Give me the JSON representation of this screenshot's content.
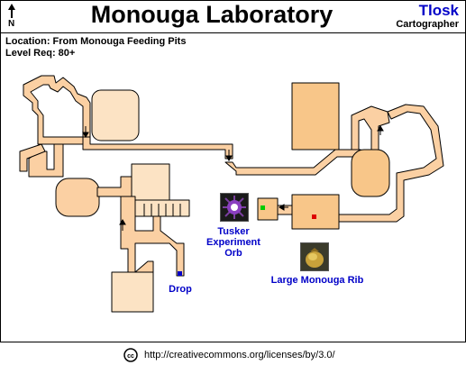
{
  "header": {
    "compass_letter": "N",
    "title": "Monouga Laboratory",
    "author": "Tlosk",
    "role": "Cartographer"
  },
  "info": {
    "location": "Location: From Monouga Feeding Pits",
    "level": "Level Req: 80+"
  },
  "map": {
    "colors": {
      "room_light": "#fce3c4",
      "corridor": "#fbd0a3",
      "room": "#f8c689",
      "room_dark": "#f6b871",
      "drop_marker": "#0000c8",
      "npc_marker": "#00cc00",
      "item_marker": "#dd0000"
    },
    "labels": {
      "orb": "Tusker Experiment Orb",
      "orb_line1": "Tusker",
      "orb_line2": "Experiment",
      "orb_line3": "Orb",
      "rib": "Large Monouga Rib",
      "drop": "Drop"
    },
    "icons": {
      "orb": "purple-spiked-orb-icon",
      "rib": "yellow-pouch-icon",
      "compass": "north-arrow-icon"
    }
  },
  "footer": {
    "license_icon": "creative-commons-icon",
    "license_url": "http://creativecommons.org/licenses/by/3.0/"
  }
}
